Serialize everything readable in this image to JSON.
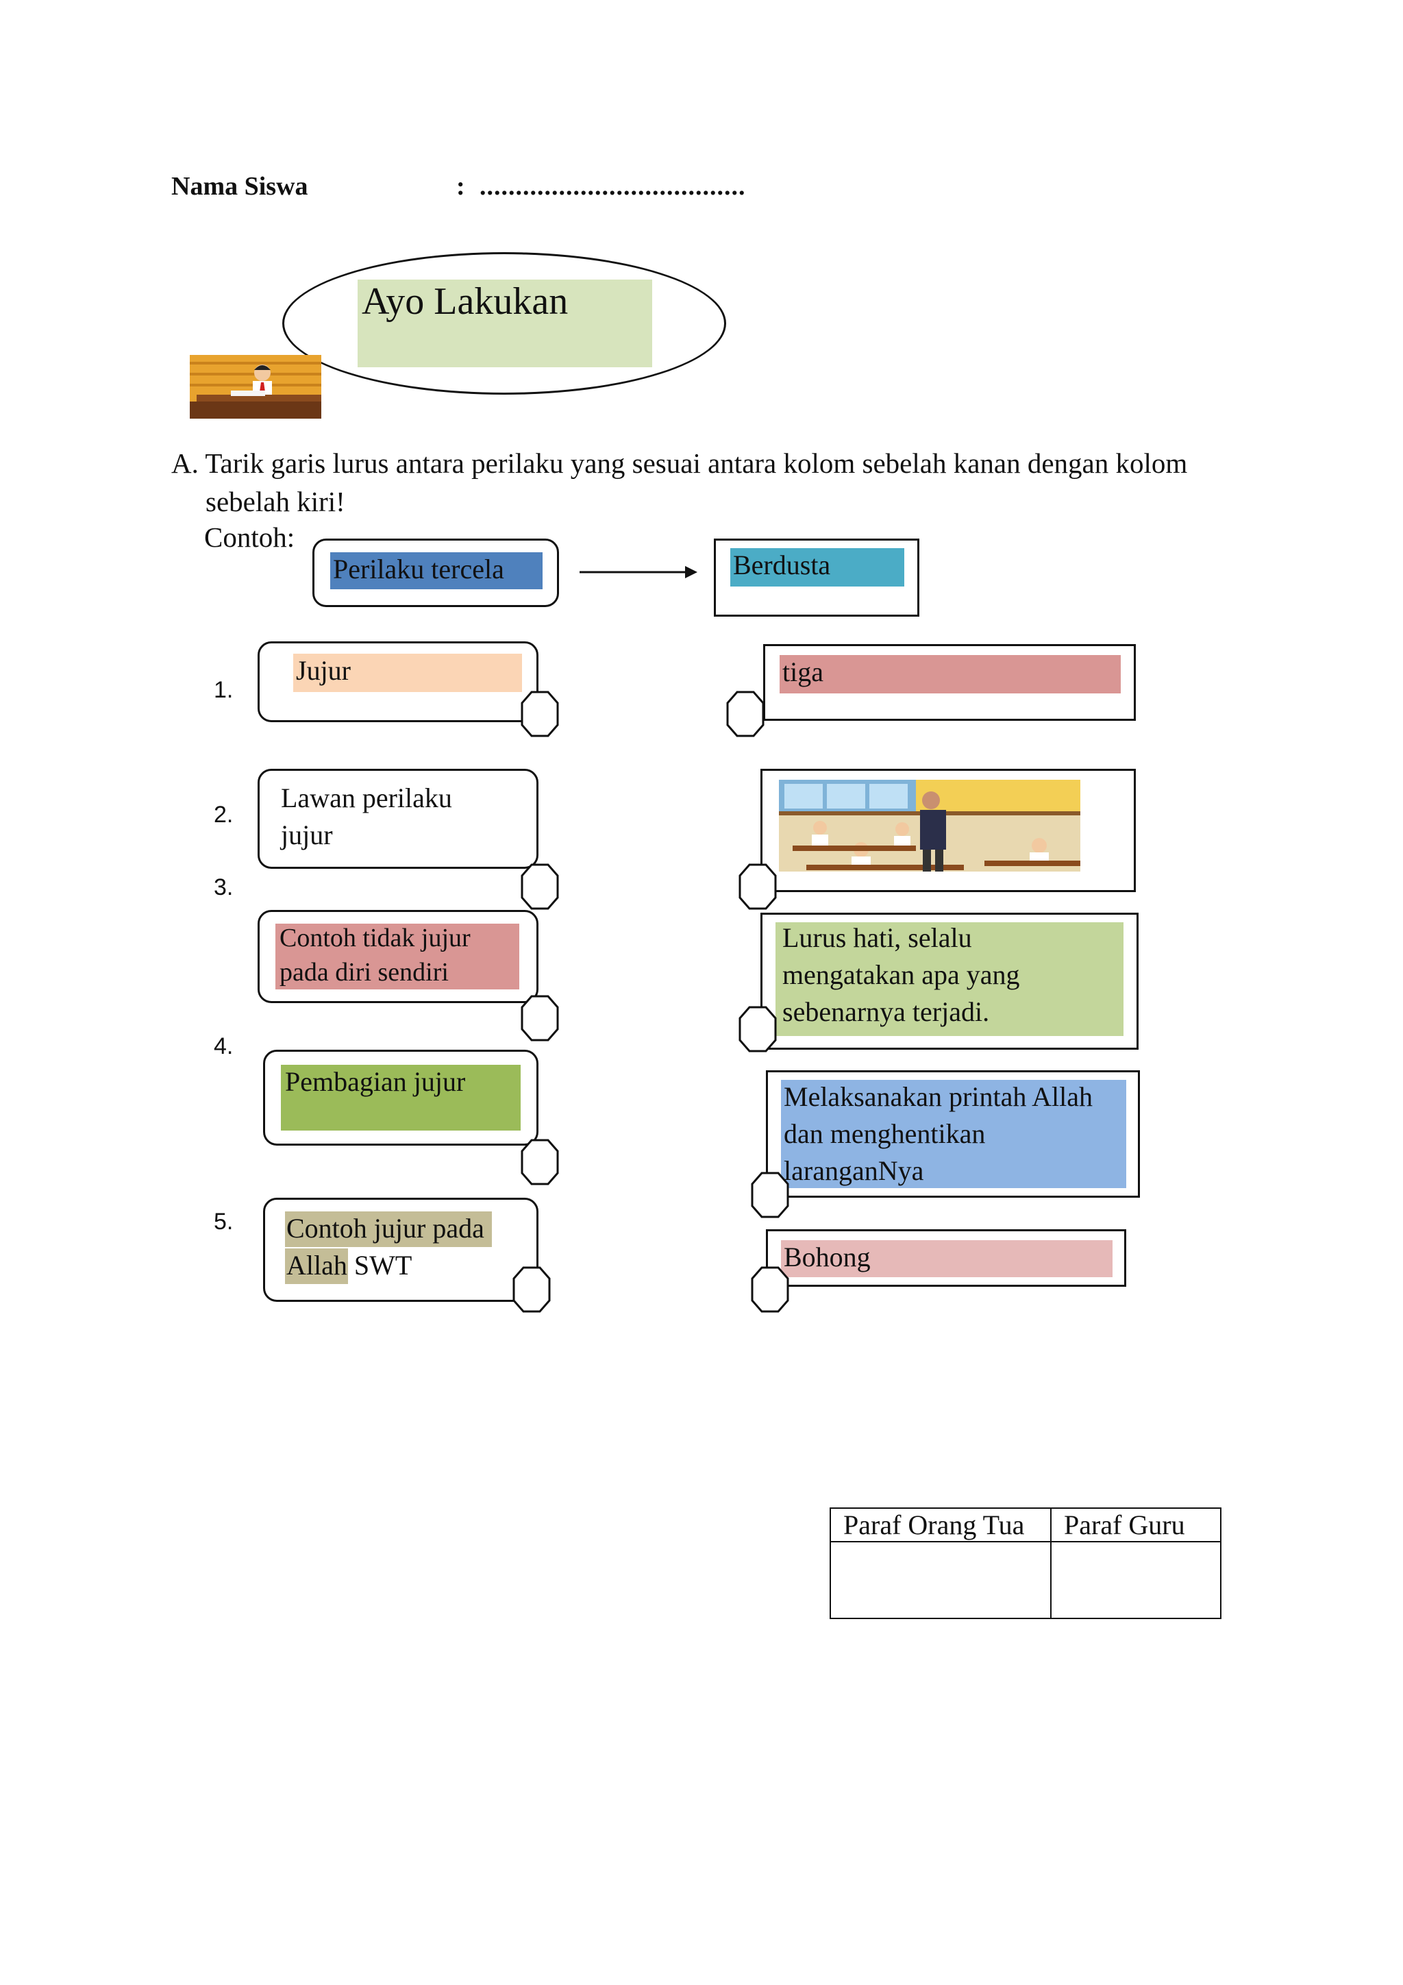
{
  "header": {
    "label": "Nama Siswa",
    "colon": ":",
    "blank": "....................................."
  },
  "title": "Ayo Lakukan",
  "instruction": {
    "line1": "A. Tarik garis  lurus antara perilaku yang sesuai antara kolom sebelah kanan dengan kolom",
    "line2": "sebelah kiri!",
    "example_label": "Contoh:"
  },
  "example": {
    "left": "Perilaku tercela",
    "right": "Berdusta"
  },
  "numbers": [
    "1.",
    "2.",
    "3.",
    "4.",
    "5."
  ],
  "left_items": [
    {
      "line1": "Jujur",
      "line2": "",
      "highlight": "#fbd5b5"
    },
    {
      "line1": "Lawan perilaku",
      "line2": "jujur",
      "highlight": ""
    },
    {
      "line1": "Contoh tidak jujur",
      "line2": "pada diri sendiri",
      "highlight": "#d99694"
    },
    {
      "line1": "Pembagian jujur",
      "line2": "",
      "highlight": "#9bbb59"
    },
    {
      "line1": "Contoh jujur pada",
      "line2_a": "Allah",
      "line2_b": " SWT",
      "highlight": "#c4bd97"
    }
  ],
  "right_items": [
    {
      "line1": "tiga",
      "highlight": "#d99694"
    },
    {
      "image": "classroom-exam-illustration"
    },
    {
      "line1": "Lurus hati, selalu",
      "line2": "mengatakan apa yang",
      "line3": "sebenarnya terjadi.",
      "highlight": "#c3d69b"
    },
    {
      "line1": "Melaksanakan printah Allah",
      "line2": "dan menghentikan",
      "line3": "laranganNya",
      "highlight": "#8eb4e3"
    },
    {
      "line1": "Bohong",
      "highlight": "#e6b9b8"
    }
  ],
  "signature_table": {
    "col1": "Paraf Orang Tua",
    "col2": "Paraf Guru"
  },
  "colors": {
    "example_left": "#4f81bd",
    "example_right": "#4bacc6",
    "title_fill": "#d7e4bd"
  }
}
